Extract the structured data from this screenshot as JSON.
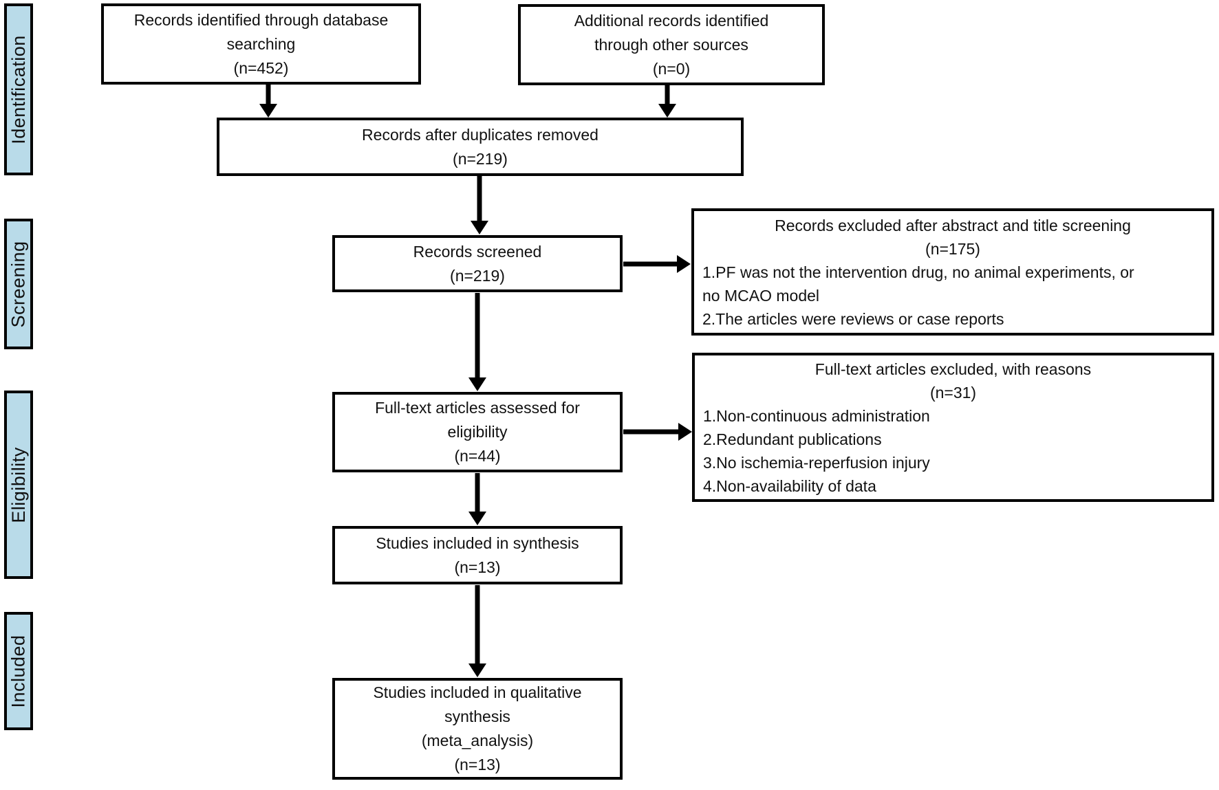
{
  "sidebar": {
    "fill_color": "#b9dbe9",
    "border_color": "#000000",
    "items": [
      {
        "label": "Identification"
      },
      {
        "label": "Screening"
      },
      {
        "label": "Eligibility"
      },
      {
        "label": "Included"
      }
    ]
  },
  "boxes": {
    "identified": {
      "lines": [
        "Records identified through database",
        "searching",
        "(n=452)"
      ]
    },
    "other_sources": {
      "lines": [
        "Additional records identified",
        "through other sources",
        "(n=0)"
      ]
    },
    "after_duplicates": {
      "lines": [
        "Records after duplicates removed",
        "(n=219)"
      ]
    },
    "screened": {
      "lines": [
        "Records screened",
        "(n=219)"
      ]
    },
    "excluded_screening": {
      "title_lines": [
        "Records excluded after abstract and title screening",
        "(n=175)"
      ],
      "reason_lines": [
        "1.PF was not the intervention drug, no animal experiments, or",
        "no MCAO model",
        "2.The articles were reviews or case reports"
      ]
    },
    "assessed": {
      "lines": [
        "Full-text articles assessed for",
        "eligibility",
        "(n=44)"
      ]
    },
    "excluded_fulltext": {
      "title_lines": [
        "Full-text articles excluded, with reasons",
        "(n=31)"
      ],
      "reason_lines": [
        "1.Non-continuous administration",
        "2.Redundant publications",
        "3.No ischemia-reperfusion injury",
        "4.Non-availability of data"
      ]
    },
    "included_synthesis": {
      "lines": [
        "Studies included in synthesis",
        "(n=13)"
      ]
    },
    "included_qualitative": {
      "lines": [
        "Studies included in qualitative",
        "synthesis",
        "(meta_analysis)",
        "(n=13)"
      ]
    }
  },
  "colors": {
    "box_fill": "#ffffff",
    "box_border": "#000000",
    "arrow": "#000000",
    "text": "#111111"
  }
}
